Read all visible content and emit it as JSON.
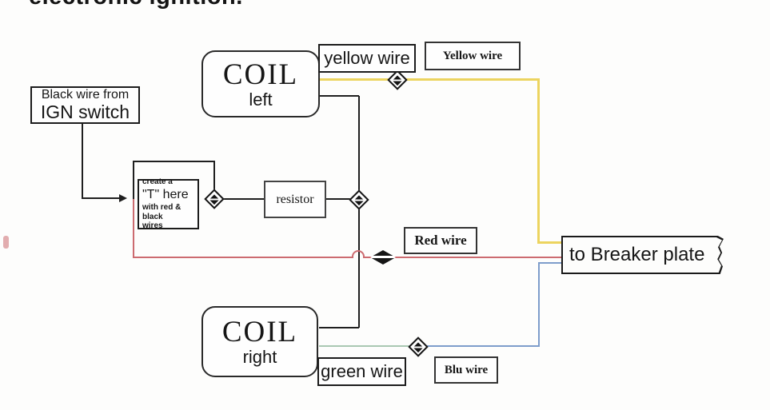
{
  "page_title": "electronic ignition.",
  "colors": {
    "black_wire": "#1f1f1f",
    "yellow_wire": "#ecd45f",
    "red_wire": "#cc6b70",
    "blue_wire": "#7e9dcb",
    "green_wire": "#a9c8b2",
    "paper": "#fdfdfc",
    "ink": "#161616"
  },
  "labels": {
    "ign_box": {
      "line1": "Black wire from",
      "line2": "IGN switch"
    },
    "coil_left": {
      "title": "COIL",
      "position": "left"
    },
    "coil_right": {
      "title": "COIL",
      "position": "right"
    },
    "yellow_wire_callout": "yellow wire",
    "yellow_wire_tag": "Yellow wire",
    "create_t_note": {
      "line1": "create a",
      "line2": "\"T\" here",
      "line3": "with red & black",
      "line4": "wires"
    },
    "resistor": "resistor",
    "red_wire_tag": "Red wire",
    "breaker_plate": "to Breaker plate",
    "green_wire_callout": "green wire",
    "blu_wire_tag": "Blu wire"
  }
}
